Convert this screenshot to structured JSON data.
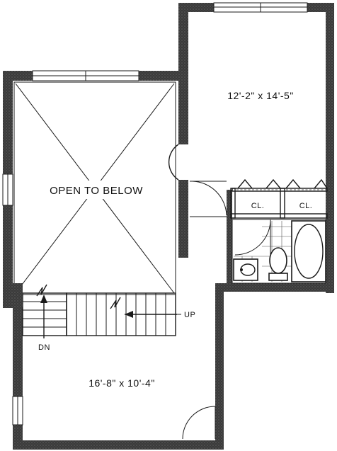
{
  "rooms": {
    "bedroom_dim": "12'-2\" x 14'-5\"",
    "open_to_below": "OPEN TO BELOW",
    "loft_dim": "16'-8\" x 10'-4\"",
    "closet_a": "CL.",
    "closet_b": "CL."
  },
  "stairs": {
    "up": "UP",
    "down": "DN"
  },
  "icons": {
    "door_swing": "door-swing-icon",
    "toilet": "toilet-icon",
    "tub": "bathtub-icon",
    "sink": "sink-icon",
    "window": "window-icon",
    "stair_break": "stair-break-icon"
  }
}
